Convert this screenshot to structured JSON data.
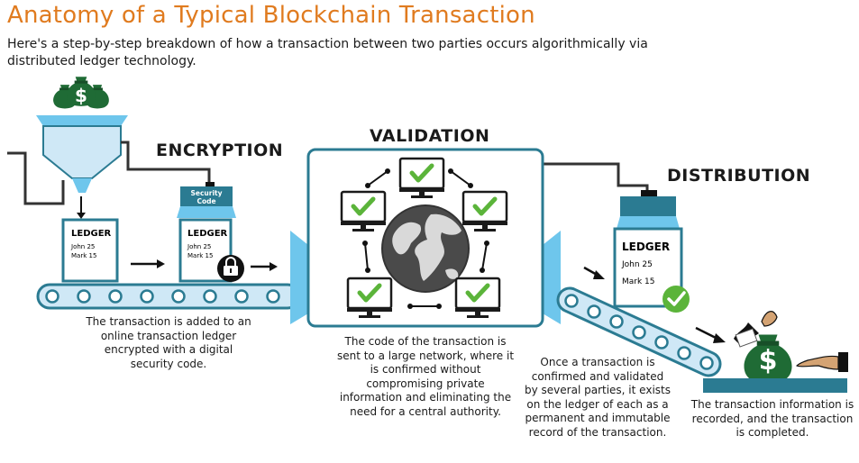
{
  "title": "Anatomy of a Typical Blockchain Transaction",
  "subtitle": "Here's a step-by-step breakdown of how a transaction between two parties occurs algorithmically via distributed ledger technology.",
  "sections": {
    "encryption": "ENCRYPTION",
    "validation": "VALIDATION",
    "distribution": "DISTRIBUTION"
  },
  "ledger": {
    "heading": "LEDGER",
    "entry1": "John 25",
    "entry2": "Mark 15"
  },
  "security_tag": {
    "line1": "Security",
    "line2": "Code"
  },
  "descriptions": {
    "encryption": "The transaction is added to an online transaction ledger encrypted with a digital security code.",
    "validation": "The code of the transaction is sent to a large network, where it is confirmed without compromising private information and eliminating the need for a central authority.",
    "distribution": "Once a transaction is confirmed and validated by several parties, it exists on the ledger of each as a permanent and immutable record of the transaction.",
    "completion": "The transaction information is recorded, and the transaction is completed."
  },
  "icons": {
    "money": "money-bag-icon",
    "lock": "padlock-icon",
    "check": "check-mark-icon",
    "globe": "globe-icon",
    "monitor": "monitor-icon",
    "hand": "hand-icon"
  },
  "colors": {
    "title": "#e07b1f",
    "teal": "#2b7b92",
    "light_blue": "#cfe8f6",
    "sky": "#6ec6ec",
    "green": "#1f6b35",
    "check_green": "#5bb43a"
  }
}
